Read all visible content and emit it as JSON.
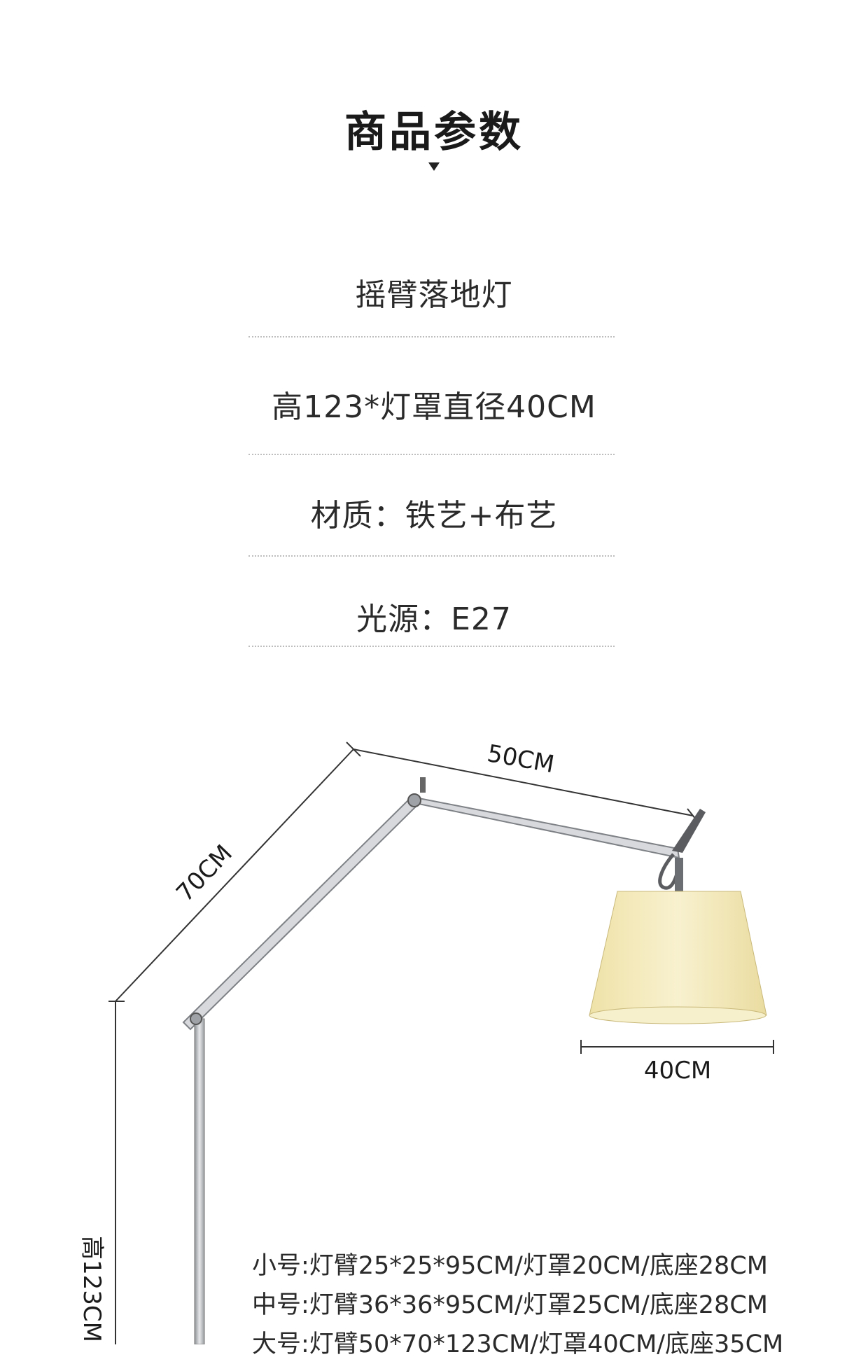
{
  "header": {
    "title": "商品参数"
  },
  "specs": {
    "name": "摇臂落地灯",
    "dimensions": "高123*灯罩直径40CM",
    "material": "材质：铁艺+布艺",
    "light_source": "光源：E27"
  },
  "diagram": {
    "arm_length_label": "50CM",
    "arm_height_label": "70CM",
    "shade_width_label": "40CM",
    "total_height_label": "高123CM"
  },
  "sizes": [
    "小号:灯臂25*25*95CM/灯罩20CM/底座28CM",
    "中号:灯臂36*36*95CM/灯罩25CM/底座28CM",
    "大号:灯臂50*70*123CM/灯罩40CM/底座35CM"
  ],
  "colors": {
    "shade": "#f3e9b8",
    "metal": "#b9bcc0",
    "text": "#222222"
  }
}
